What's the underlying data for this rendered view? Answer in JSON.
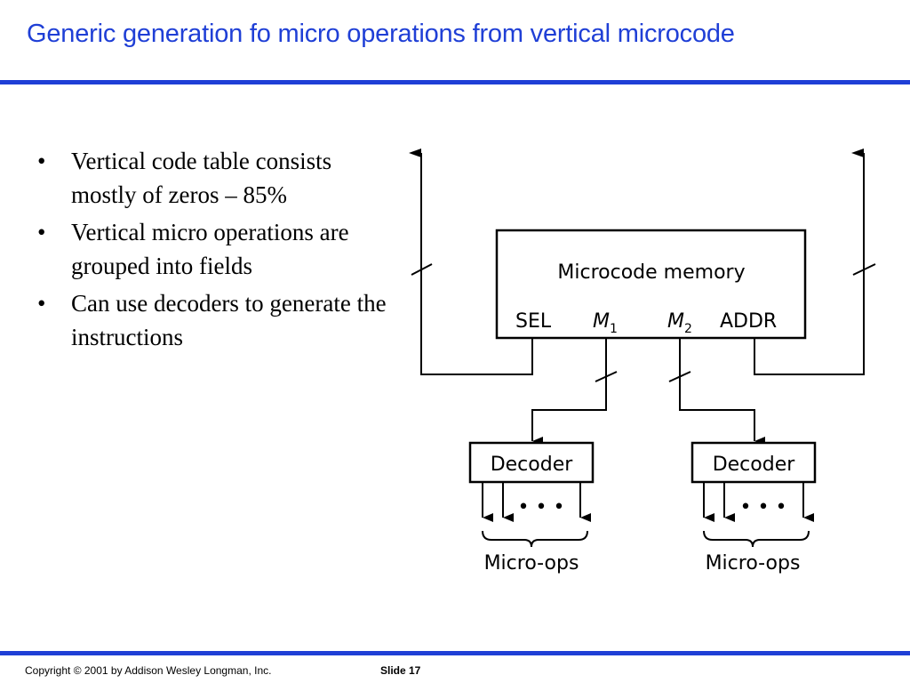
{
  "slide": {
    "title": "Generic generation fo micro operations from vertical microcode",
    "bullets": [
      "Vertical code table consists mostly of zeros – 85%",
      "Vertical micro operations are grouped into fields",
      "Can use decoders to generate the instructions"
    ],
    "bullet_glyph": "•"
  },
  "diagram": {
    "memory_label": "Microcode memory",
    "fields": {
      "sel": "SEL",
      "m1_letter": "M",
      "m1_sub": "1",
      "m2_letter": "M",
      "m2_sub": "2",
      "addr": "ADDR"
    },
    "decoder_left": "Decoder",
    "decoder_right": "Decoder",
    "ellipsis_left": "• • •",
    "ellipsis_right": "• • •",
    "microops_left": "Micro-ops",
    "microops_right": "Micro-ops"
  },
  "footer": {
    "copyright": "Copyright © 2001 by Addison Wesley Longman, Inc.",
    "slide_number": "Slide 17"
  },
  "colors": {
    "accent": "#1f3fd6"
  }
}
